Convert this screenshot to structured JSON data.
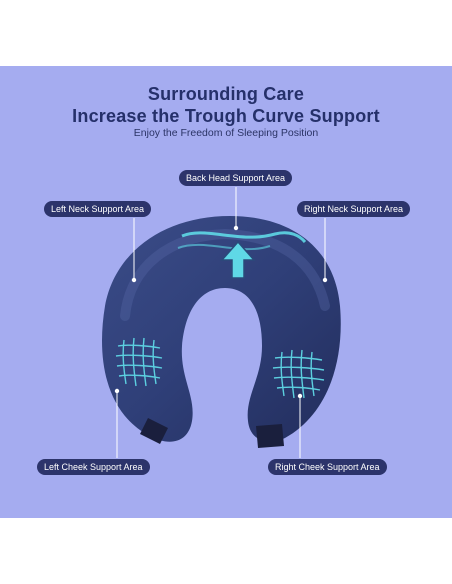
{
  "heading": {
    "line1": "Surrounding Care",
    "line2": "Increase the Trough Curve Support",
    "subtitle": "Enjoy the Freedom of Sleeping Position"
  },
  "labels": {
    "back_head": "Back Head Support Area",
    "left_neck": "Left Neck Support Area",
    "right_neck": "Right Neck Support Area",
    "left_cheek": "Left Cheek Support Area",
    "right_cheek": "Right Cheek Support Area"
  },
  "colors": {
    "panel_background": "#a5acf0",
    "pillow_navy": "#2f3f78",
    "label_background": "#2c346b",
    "accent_cyan": "#5fd8e6"
  }
}
